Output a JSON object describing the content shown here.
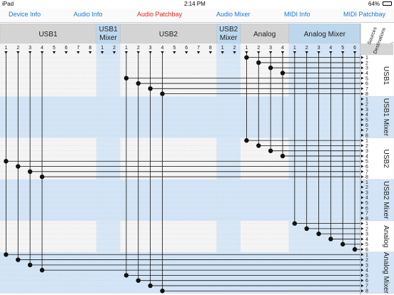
{
  "status_bar": {
    "device": "iPad",
    "time": "2:14 PM",
    "battery": "64%"
  },
  "tabs": [
    {
      "label": "Device Info",
      "active": false
    },
    {
      "label": "Audio Info",
      "active": false
    },
    {
      "label": "Audio Patchbay",
      "active": true
    },
    {
      "label": "Audio Mixer",
      "active": false
    },
    {
      "label": "MIDI Info",
      "active": false
    },
    {
      "label": "MIDI Patchbay",
      "active": false
    }
  ],
  "colors": {
    "accent": "#1a7ad6",
    "active": "#e0261f",
    "header_gray": "#d4d4d4",
    "header_blue": "#bcd6ec",
    "band_blue": "#d2e4f5",
    "band_gray": "#e9e9e9"
  },
  "corner": {
    "sources": "Sources",
    "destinations": "Destinations"
  },
  "source_groups": [
    {
      "name": "USB1",
      "channels": [
        "1",
        "2",
        "3",
        "4",
        "5",
        "6",
        "7",
        "8"
      ]
    },
    {
      "name": "USB1 Mixer",
      "lines": [
        "USB1",
        "Mixer"
      ],
      "channels": [
        "1",
        "2"
      ]
    },
    {
      "name": "USB2",
      "channels": [
        "1",
        "2",
        "3",
        "4",
        "5",
        "6",
        "7",
        "8"
      ]
    },
    {
      "name": "USB2 Mixer",
      "lines": [
        "USB2",
        "Mixer"
      ],
      "channels": [
        "1",
        "2"
      ]
    },
    {
      "name": "Analog",
      "channels": [
        "1",
        "2",
        "3",
        "4"
      ]
    },
    {
      "name": "Analog Mixer",
      "channels": [
        "1",
        "2",
        "3",
        "4",
        "5",
        "6"
      ]
    }
  ],
  "dest_groups": [
    {
      "name": "USB1",
      "channels": [
        "1",
        "2",
        "3",
        "4",
        "5",
        "6",
        "7",
        "8"
      ]
    },
    {
      "name": "USB1 Mixer",
      "channels": [
        "1",
        "2",
        "3",
        "4",
        "5",
        "6",
        "7",
        "8"
      ]
    },
    {
      "name": "USB2",
      "channels": [
        "1",
        "2",
        "3",
        "4",
        "5",
        "6",
        "7",
        "8"
      ]
    },
    {
      "name": "USB2 Mixer",
      "channels": [
        "1",
        "2",
        "3",
        "4",
        "5",
        "6",
        "7",
        "8"
      ]
    },
    {
      "name": "Analog",
      "channels": [
        "1",
        "2",
        "3",
        "4",
        "5",
        "6"
      ]
    },
    {
      "name": "Analog Mixer",
      "channels": [
        "1",
        "2",
        "3",
        "4",
        "5",
        "6",
        "7",
        "8"
      ]
    }
  ],
  "connections": [
    {
      "source": "Analog 1",
      "destination": "USB1 1"
    },
    {
      "source": "Analog 2",
      "destination": "USB1 2"
    },
    {
      "source": "Analog 3",
      "destination": "USB1 3"
    },
    {
      "source": "Analog 4",
      "destination": "USB1 4"
    },
    {
      "source": "USB2 1",
      "destination": "USB1 5"
    },
    {
      "source": "USB2 2",
      "destination": "USB1 6"
    },
    {
      "source": "USB2 3",
      "destination": "USB1 7"
    },
    {
      "source": "USB2 4",
      "destination": "USB1 8"
    },
    {
      "source": "Analog 1",
      "destination": "USB2 1"
    },
    {
      "source": "Analog 2",
      "destination": "USB2 2"
    },
    {
      "source": "Analog 3",
      "destination": "USB2 3"
    },
    {
      "source": "Analog 4",
      "destination": "USB2 4"
    },
    {
      "source": "USB1 1",
      "destination": "USB2 5"
    },
    {
      "source": "USB1 2",
      "destination": "USB2 6"
    },
    {
      "source": "USB1 3",
      "destination": "USB2 7"
    },
    {
      "source": "USB1 4",
      "destination": "USB2 8"
    },
    {
      "source": "Analog Mixer 1",
      "destination": "Analog 1"
    },
    {
      "source": "Analog Mixer 2",
      "destination": "Analog 2"
    },
    {
      "source": "Analog Mixer 3",
      "destination": "Analog 3"
    },
    {
      "source": "Analog Mixer 4",
      "destination": "Analog 4"
    },
    {
      "source": "Analog Mixer 5",
      "destination": "Analog 5"
    },
    {
      "source": "Analog Mixer 6",
      "destination": "Analog 6"
    },
    {
      "source": "USB1 1",
      "destination": "Analog Mixer 1"
    },
    {
      "source": "USB1 2",
      "destination": "Analog Mixer 2"
    },
    {
      "source": "USB1 3",
      "destination": "Analog Mixer 3"
    },
    {
      "source": "USB1 4",
      "destination": "Analog Mixer 4"
    },
    {
      "source": "USB2 1",
      "destination": "Analog Mixer 5"
    },
    {
      "source": "USB2 2",
      "destination": "Analog Mixer 6"
    },
    {
      "source": "USB2 3",
      "destination": "Analog Mixer 7"
    },
    {
      "source": "USB2 4",
      "destination": "Analog Mixer 8"
    }
  ]
}
